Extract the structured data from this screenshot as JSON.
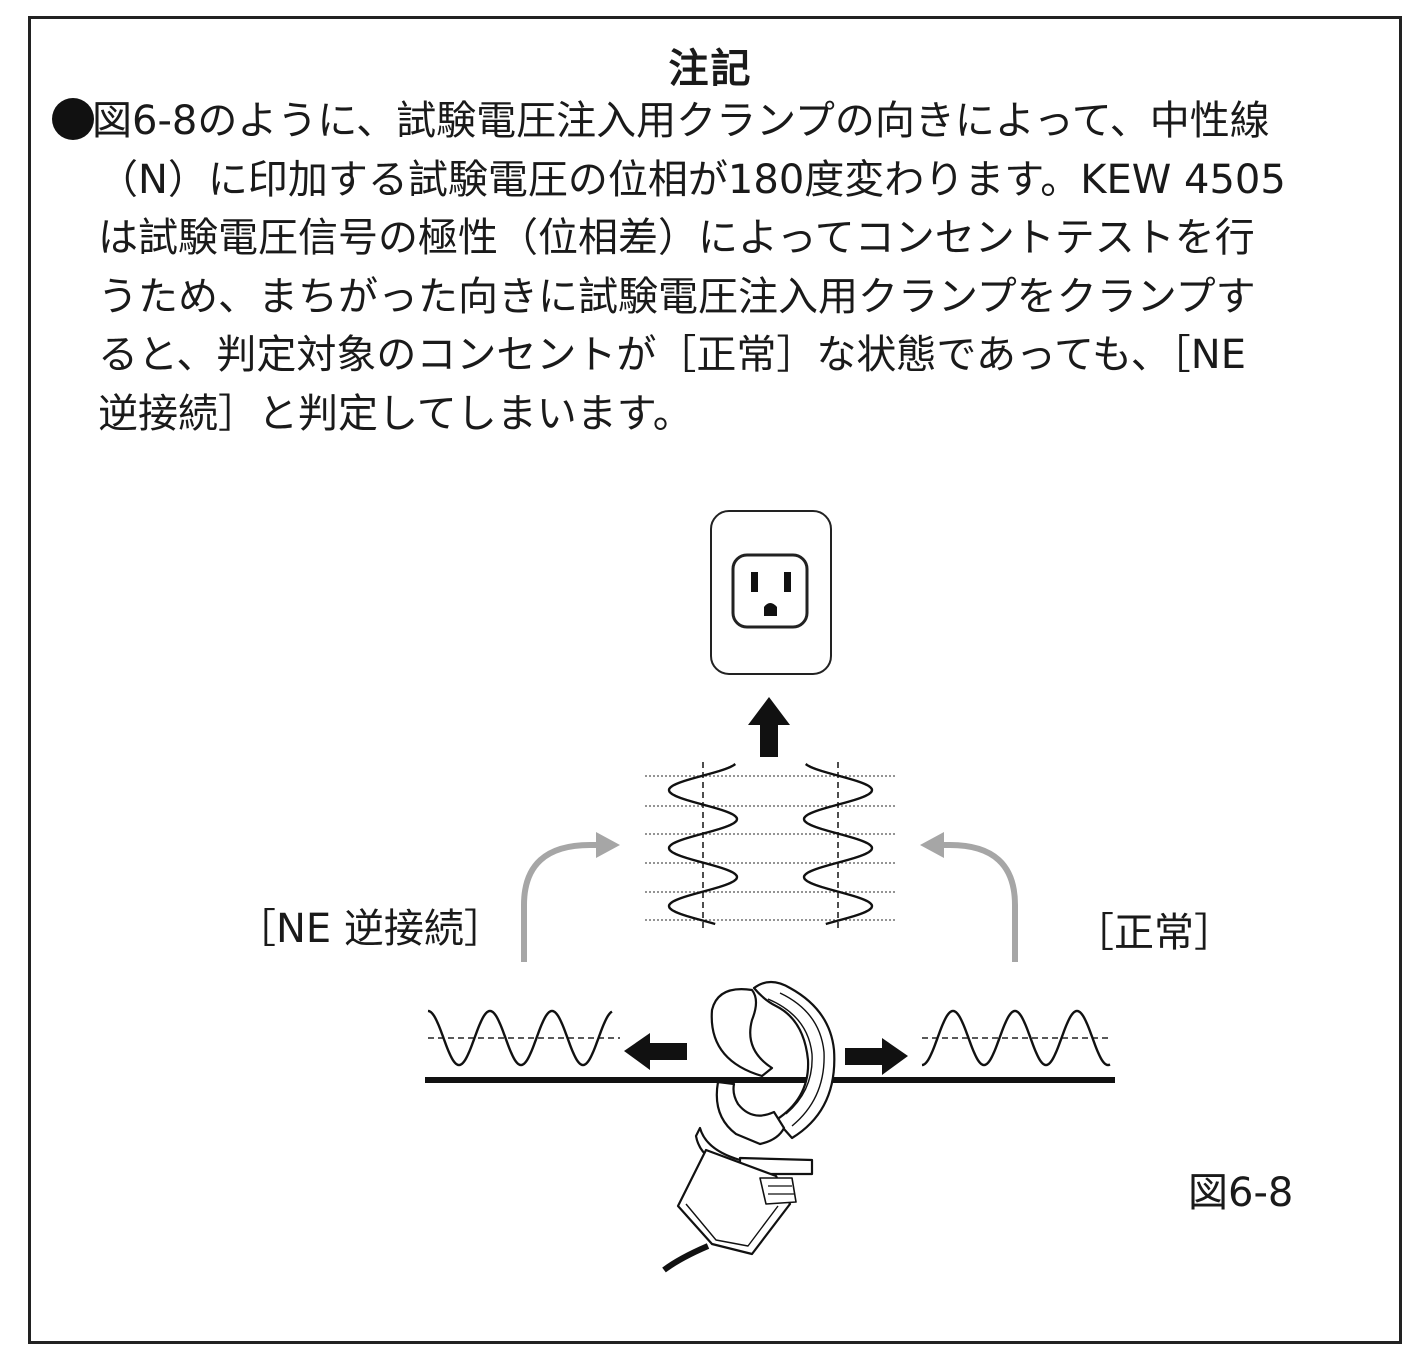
{
  "title": "注記",
  "note_lines": [
    "図6-8のように、試験電圧注入用クランプの向きによって、中性線",
    "（N）に印加する試験電圧の位相が180度変わります。KEW 4505",
    "は試験電圧信号の極性（位相差）によってコンセントテストを行",
    "うため、まちがった向きに試験電圧注入用クランプをクランプす",
    "ると、判定対象のコンセントが［正常］な状態であっても、［NE",
    "逆接続］と判定してしまいます。"
  ],
  "figure": {
    "label_ne_reverse": "［NE 逆接続］",
    "label_normal": "［正常］",
    "figure_number": "図6-8"
  },
  "colors": {
    "ink": "#1a1a1a",
    "gray_arrow": "#a6a6a6"
  }
}
